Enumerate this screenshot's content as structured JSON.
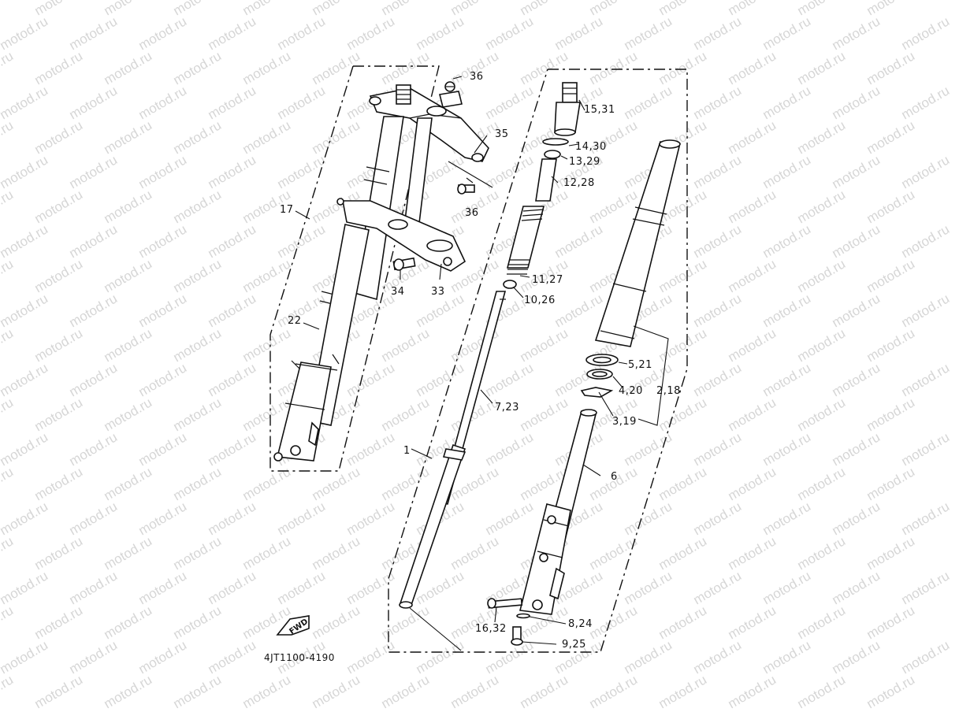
{
  "diagram": {
    "watermark": "motod.ru",
    "drawing_code": "4JT1100-4190",
    "fwd_label": "FWD",
    "callouts": {
      "c1": "1",
      "c2_18": "2,18",
      "c3_19": "3,19",
      "c4_20": "4,20",
      "c5_21": "5,21",
      "c6": "6",
      "c7_23": "7,23",
      "c8_24": "8,24",
      "c9_25": "9,25",
      "c10_26": "10,26",
      "c11_27": "11,27",
      "c12_28": "12,28",
      "c13_29": "13,29",
      "c14_30": "14,30",
      "c15_31": "15,31",
      "c16_32": "16,32",
      "c17": "17",
      "c22": "22",
      "c33": "33",
      "c34": "34",
      "c35": "35",
      "c36_top": "36",
      "c36_mid": "36"
    }
  }
}
